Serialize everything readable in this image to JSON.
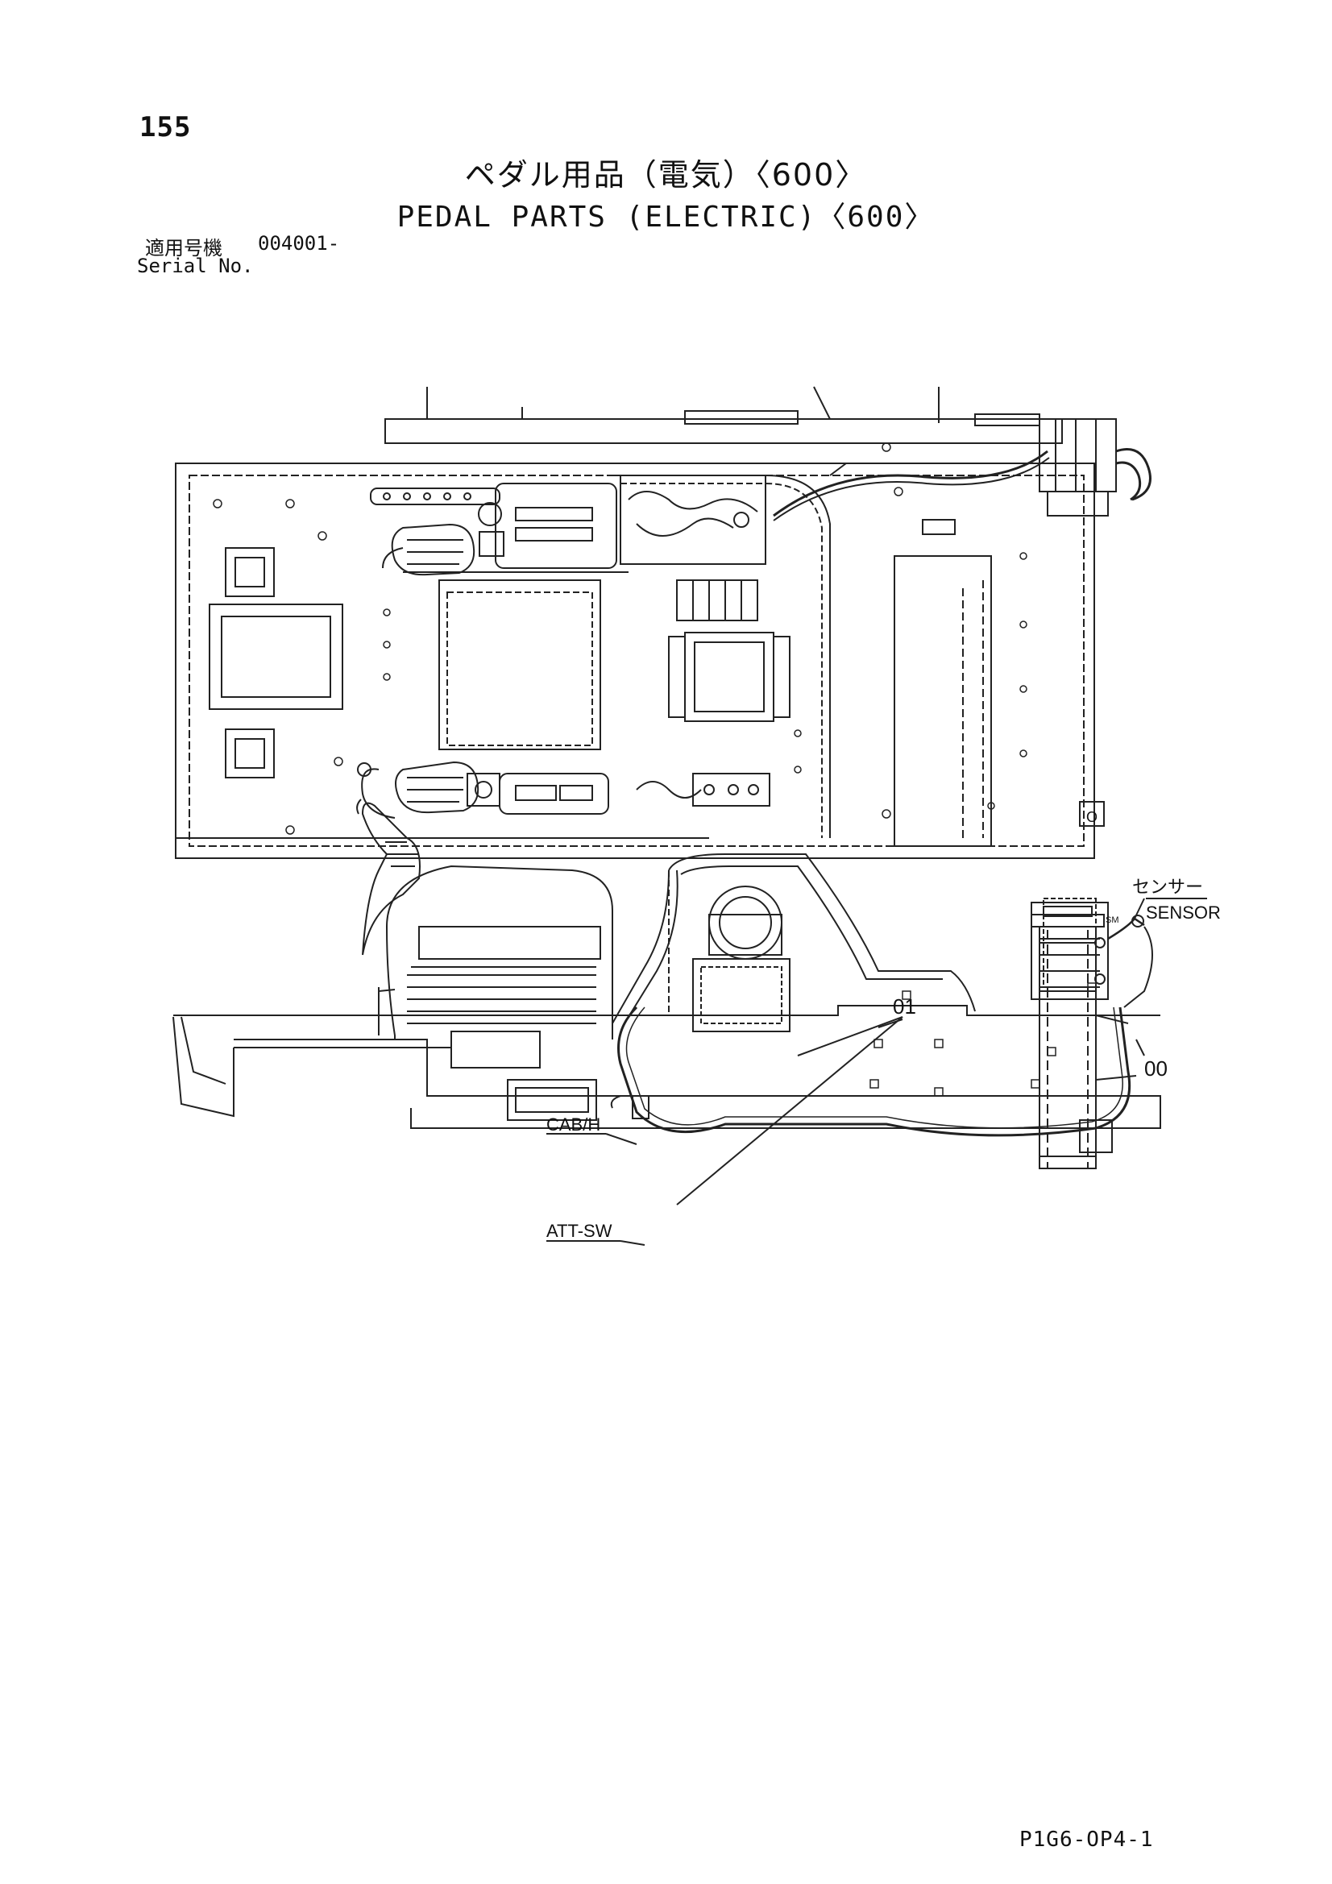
{
  "header": {
    "page_number": "155",
    "title_jp": "ペダル用品（電気）〈600〉",
    "title_en": "PEDAL PARTS (ELECTRIC)〈600〉",
    "serial_label_jp": "適用号機",
    "serial_range": "004001-",
    "serial_label_en": "Serial No."
  },
  "callouts": {
    "sensor_jp": "センサー",
    "sensor_en": "SENSOR",
    "sm": "SM",
    "part_01": "01",
    "part_00": "00",
    "cab_h": "CAB/H",
    "att_sw": "ATT-SW",
    "marker_o": "O"
  },
  "footer": {
    "doc_code": "P1G6-OP4-1"
  }
}
